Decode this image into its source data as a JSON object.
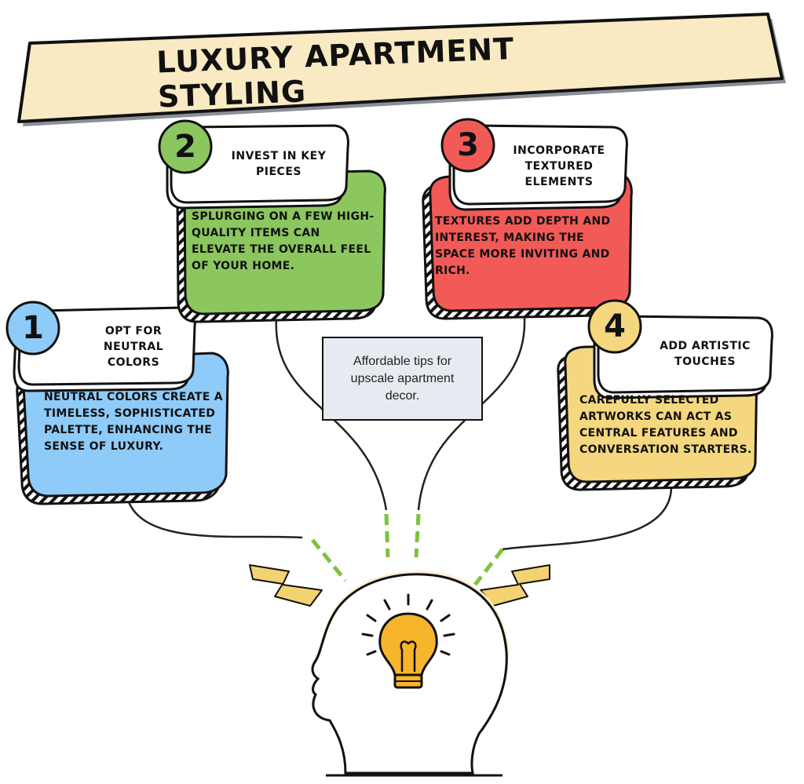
{
  "title": "Luxury Apartment Styling",
  "center_note": "Affordable tips for upscale apartment decor.",
  "colors": {
    "banner": "#faeac4",
    "blue": "#8ecbf8",
    "green": "#8cc65f",
    "red": "#f25a58",
    "yellow": "#f4d77e",
    "bulb": "#f7b52c",
    "lightning": "#f3d371",
    "dash": "#7fc23a",
    "note": "#e6ebf1"
  },
  "tips": [
    {
      "number": "1",
      "heading": "Opt for Neutral Colors",
      "body": "Neutral colors create a timeless, sophisticated palette, enhancing the sense of luxury."
    },
    {
      "number": "2",
      "heading": "Invest in Key Pieces",
      "body": "Splurging on a few high-quality items can elevate the overall feel of your home."
    },
    {
      "number": "3",
      "heading": "Incorporate Textured Elements",
      "body": "Textures add depth and interest, making the space more inviting and rich."
    },
    {
      "number": "4",
      "heading": "Add Artistic Touches",
      "body": "Carefully selected artworks can act as central features and conversation starters."
    }
  ],
  "icons": {
    "center": "head-with-lightbulb-icon",
    "sparks": "lightning-bolt-icon"
  }
}
